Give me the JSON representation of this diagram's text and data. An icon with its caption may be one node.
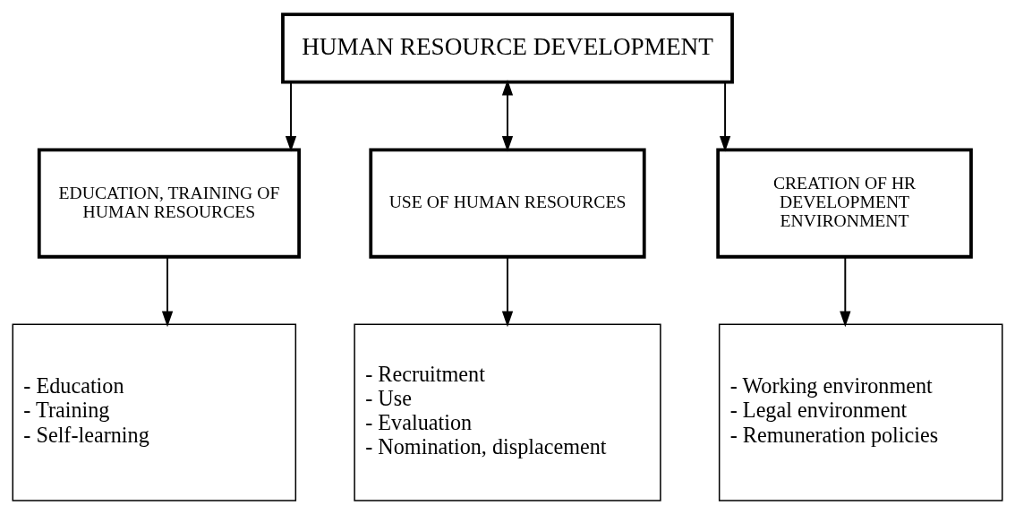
{
  "diagram": {
    "nodes": [
      {
        "text": [
          "HUMAN RESOURCE DEVELOPMENT"
        ]
      },
      {
        "text": [
          "EDUCATION, TRAINING OF HUMAN RESOURCES"
        ]
      },
      {
        "text": [
          "USE OF HUMAN RESOURCES"
        ]
      },
      {
        "text": [
          "CREATION OF HR DEVELOPMENT ENVIRONMENT"
        ]
      },
      {
        "text": [
          "- Education",
          "- Training",
          "- Self-learning"
        ]
      },
      {
        "text": [
          "- Recruitment",
          "- Use",
          "- Evaluation",
          "- Nomination, displacement"
        ]
      },
      {
        "text": [
          "- Working environment",
          "- Legal environment",
          "- Remuneration policies"
        ]
      }
    ],
    "edges": [
      {
        "from": 0,
        "to": 1,
        "arrow": "to"
      },
      {
        "from": 0,
        "to": 2,
        "arrow": "both"
      },
      {
        "from": 0,
        "to": 3,
        "arrow": "to"
      },
      {
        "from": 1,
        "to": 4,
        "arrow": "to"
      },
      {
        "from": 2,
        "to": 5,
        "arrow": "to"
      },
      {
        "from": 3,
        "to": 6,
        "arrow": "to"
      }
    ]
  }
}
